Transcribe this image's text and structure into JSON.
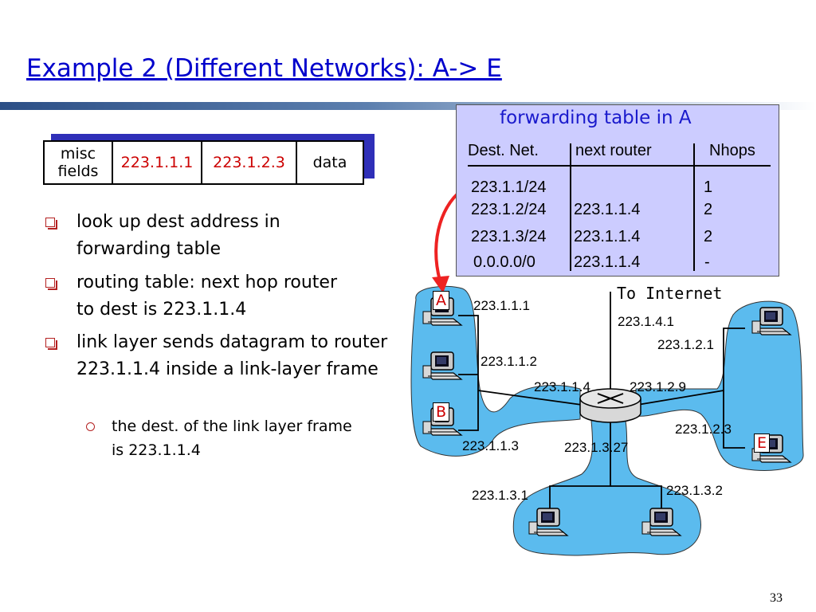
{
  "title": "Example 2 (Different Networks): A-> E",
  "datagram": {
    "misc_fields": "misc fields",
    "src_ip": "223.1.1.1",
    "dst_ip": "223.1.2.3",
    "data": "data"
  },
  "bullets": [
    "look up dest address in forwarding table",
    "routing table: next hop router to dest is 223.1.1.4",
    "link layer sends datagram to router 223.1.1.4 inside a link-layer frame"
  ],
  "sub_bullet": "the dest. of the link layer frame is 223.1.1.4",
  "forwarding_table": {
    "title": "forwarding table in A",
    "headers": [
      "Dest. Net.",
      "next router",
      "Nhops"
    ],
    "rows": [
      {
        "dest": "223.1.1/24",
        "next": "",
        "hops": "1"
      },
      {
        "dest": "223.1.2/24",
        "next": "223.1.1.4",
        "hops": "2"
      },
      {
        "dest": "223.1.3/24",
        "next": "223.1.1.4",
        "hops": "2"
      },
      {
        "dest": "0.0.0.0/0",
        "next": "223.1.1.4",
        "hops": "-"
      }
    ]
  },
  "network": {
    "to_internet": "To Internet",
    "hosts": {
      "a": "A",
      "b": "B",
      "e": "E"
    },
    "addresses": {
      "a": "223.1.1.1",
      "h2": "223.1.1.2",
      "b": "223.1.1.3",
      "r_left": "223.1.1.4",
      "r_right": "223.1.2.9",
      "r_bottom": "223.1.3.27",
      "r_top": "223.1.4.1",
      "h_right_top": "223.1.2.1",
      "e": "223.1.2.3",
      "h_bottom_left": "223.1.3.1",
      "h_bottom_right": "223.1.3.2"
    }
  },
  "colors": {
    "title": "#0000cc",
    "accent_red": "#cc0000",
    "table_bg": "#ccccff",
    "net_blue": "#5bbbee"
  },
  "page_number": "33"
}
